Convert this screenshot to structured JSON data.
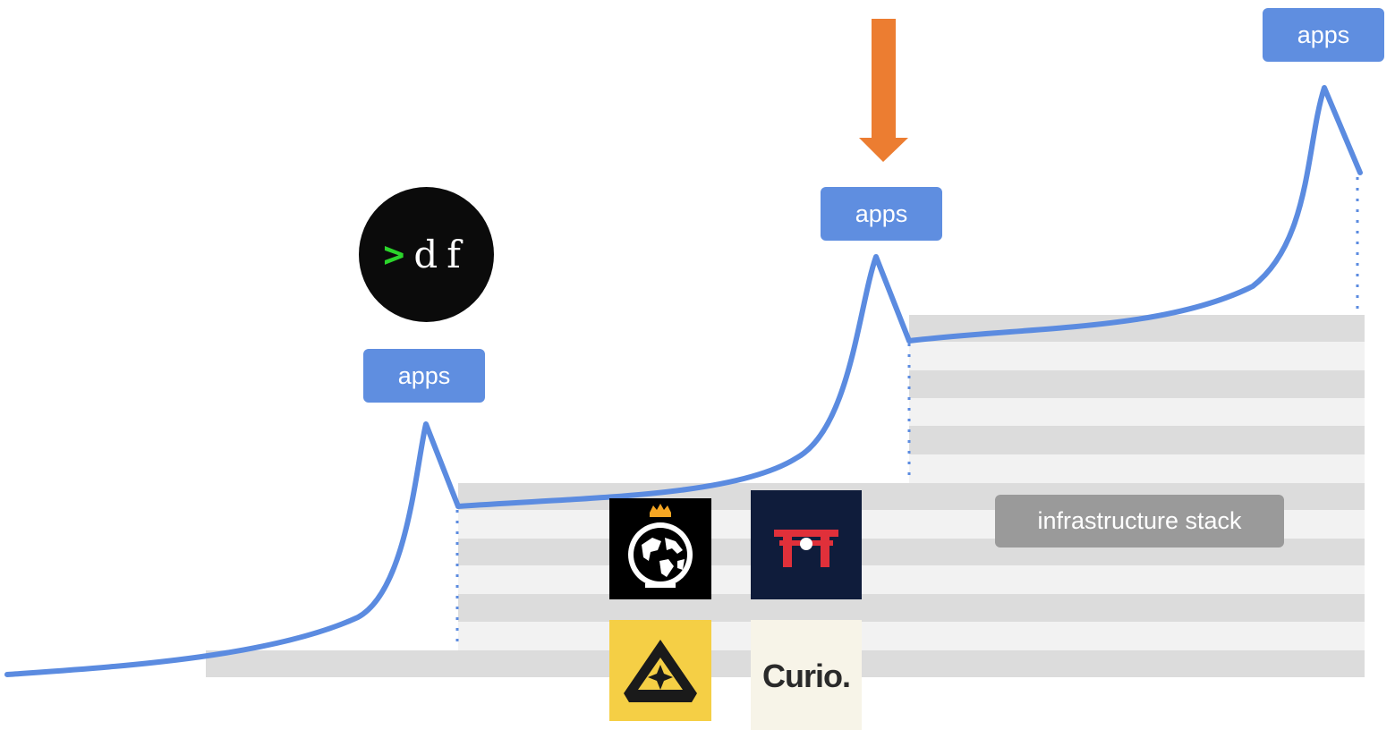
{
  "labels": {
    "apps_1": "apps",
    "apps_2": "apps",
    "apps_3": "apps",
    "infrastructure": "infrastructure stack"
  },
  "logos": {
    "df": {
      "prompt": ">",
      "text": "df"
    },
    "curio": {
      "text": "Curio."
    }
  },
  "colors": {
    "curve": "#5b8be0",
    "label_blue": "#5f8ee0",
    "label_gray": "#9a9a9a",
    "stripe_dark": "#dcdcdc",
    "stripe_light": "#f2f2f2",
    "arrow": "#ec7d31"
  },
  "icons": [
    "df-logo",
    "globe-crown-logo",
    "torii-logo",
    "tent-star-logo",
    "curio-logo",
    "down-arrow-icon"
  ]
}
